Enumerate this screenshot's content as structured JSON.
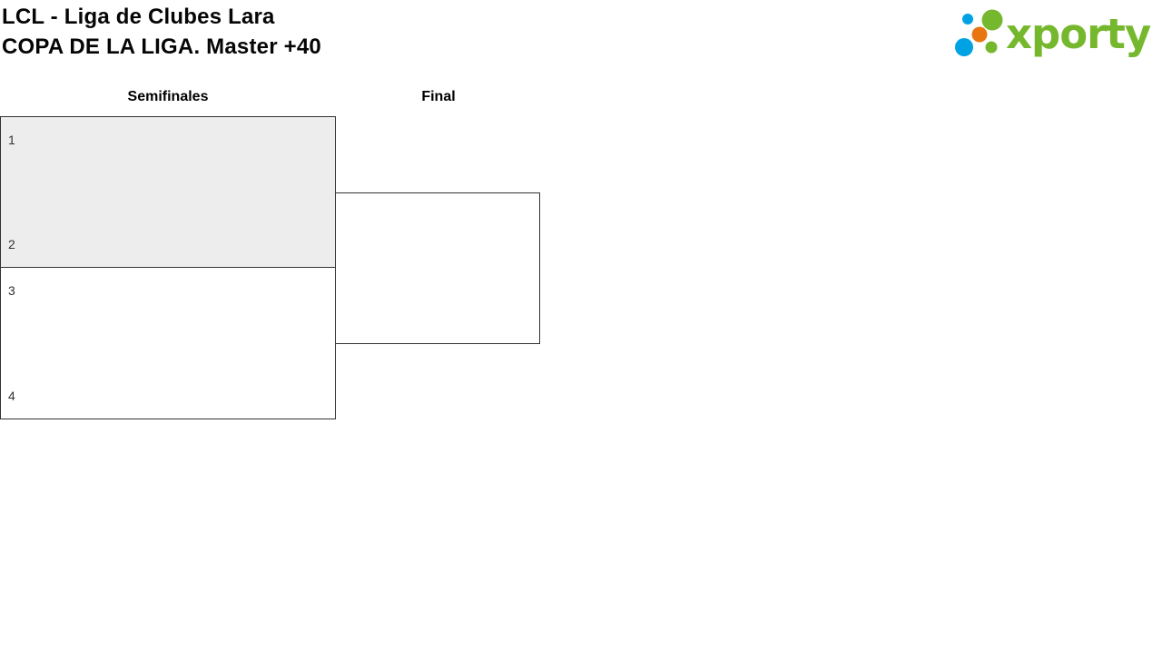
{
  "header": {
    "title_line1": "LCL - Liga de Clubes Lara",
    "title_line2": "COPA DE LA LIGA. Master +40"
  },
  "logo": {
    "text": "xporty",
    "colors": {
      "green": "#76b82d",
      "blue": "#00a2e3",
      "orange": "#e8750f"
    }
  },
  "bracket": {
    "border_color": "#333333",
    "shaded_match_bg": "#ededed",
    "rounds": [
      {
        "label": "Semifinales",
        "matches": [
          {
            "slots": [
              {
                "seed": "1"
              },
              {
                "seed": "2"
              }
            ]
          },
          {
            "slots": [
              {
                "seed": "3"
              },
              {
                "seed": "4"
              }
            ]
          }
        ]
      },
      {
        "label": "Final",
        "matches": [
          {
            "slots": [
              {
                "seed": ""
              },
              {
                "seed": ""
              }
            ]
          }
        ]
      }
    ]
  }
}
